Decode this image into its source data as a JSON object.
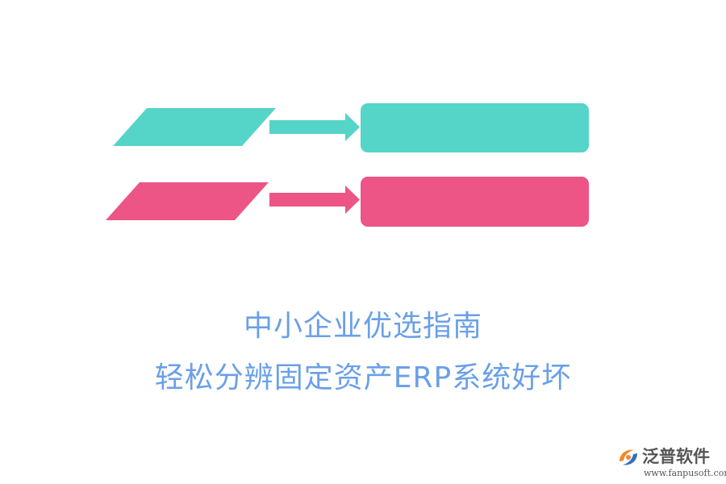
{
  "colors": {
    "teal": "#55d4c8",
    "pink": "#ec5585",
    "title_blue": "#6aa0e8",
    "logo_orange": "#f08a2c",
    "logo_gray": "#555555"
  },
  "rows": [
    {
      "color_key": "teal",
      "icon": "right-arrow-icon"
    },
    {
      "color_key": "pink",
      "icon": "right-arrow-icon"
    }
  ],
  "title": {
    "line1": "中小企业优选指南",
    "line2": "轻松分辨固定资产ERP系统好坏"
  },
  "logo": {
    "name": "泛普软件",
    "url": "www.fanpusoft.com",
    "icon": "fanpu-logo-icon"
  }
}
